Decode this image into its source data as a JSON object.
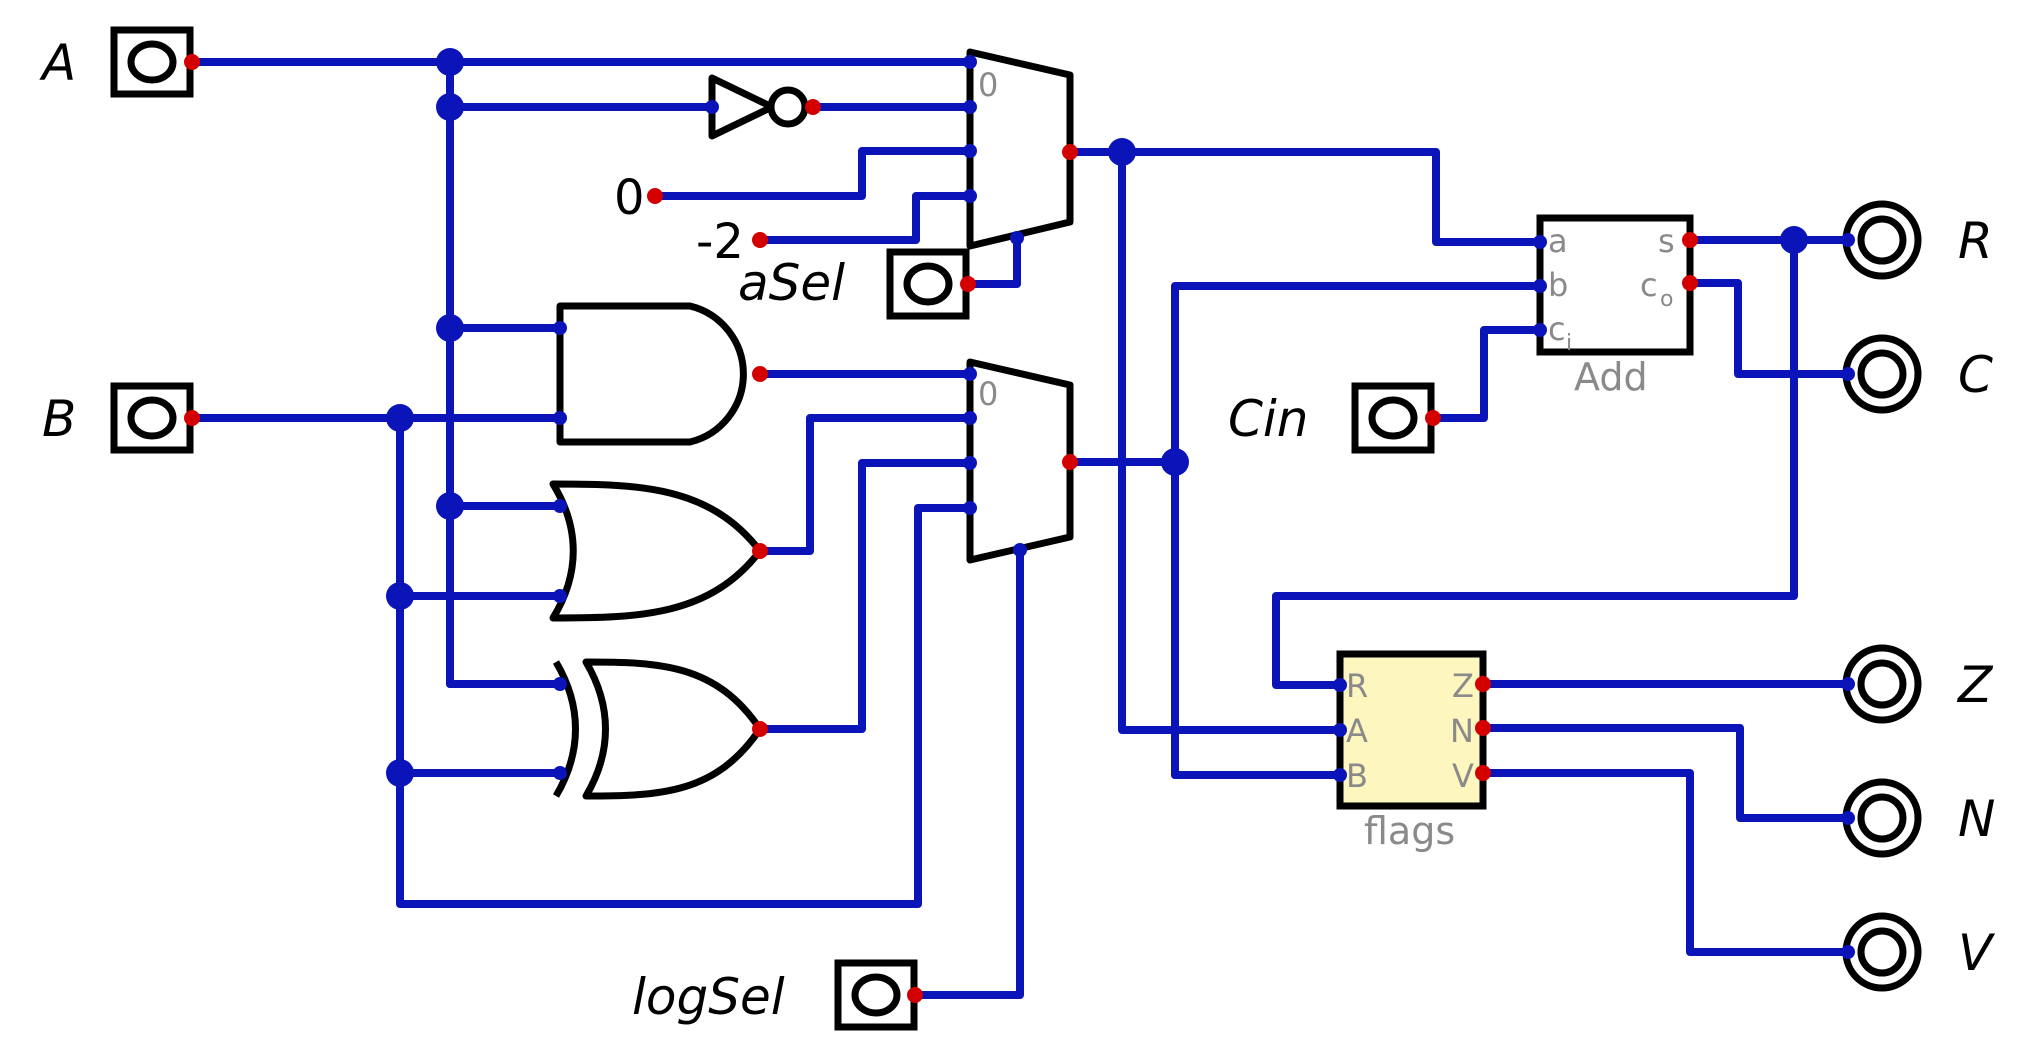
{
  "inputs": {
    "a": "A",
    "b": "B",
    "a_sel": "aSel",
    "log_sel": "logSel",
    "cin": "Cin"
  },
  "outputs": {
    "r": "R",
    "c": "C",
    "z": "Z",
    "n": "N",
    "v": "V"
  },
  "constants": {
    "zero": "0",
    "minus_two": "-2"
  },
  "mux_top": {
    "pin0": "0"
  },
  "mux_bottom": {
    "pin0": "0"
  },
  "adder": {
    "name": "Add",
    "pin_a": "a",
    "pin_b": "b",
    "pin_ci": "c",
    "pin_ci_sub": "i",
    "pin_s": "s",
    "pin_co": "c",
    "pin_co_sub": "o"
  },
  "flags": {
    "name": "flags",
    "pin_r": "R",
    "pin_a": "A",
    "pin_b": "B",
    "pin_z": "Z",
    "pin_n": "N",
    "pin_v": "V"
  },
  "colors": {
    "wire": "#0a14b8",
    "output_pin": "#d40000",
    "flags_fill": "#fdf7bf",
    "label_gray": "#8a8a8a"
  }
}
